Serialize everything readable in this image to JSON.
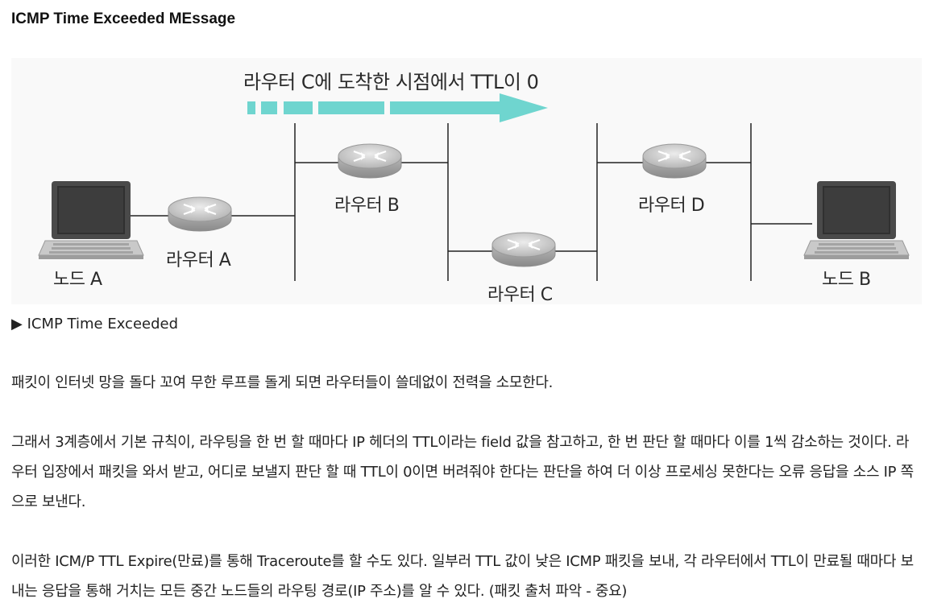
{
  "title": "ICMP Time Exceeded MEssage",
  "figure": {
    "arrow_label": "라우터 C에 도착한 시점에서 TTL이 0",
    "arrow_color": "#6fd5cf",
    "node_a": "노드 A",
    "node_b": "노드 B",
    "router_a": "라우터 A",
    "router_b": "라우터 B",
    "router_c": "라우터 C",
    "router_d": "라우터 D"
  },
  "caption": {
    "marker": "▶",
    "text": "ICMP Time Exceeded"
  },
  "paragraphs": {
    "p1": "패킷이 인터넷 망을 돌다 꼬여 무한 루프를 돌게 되면 라우터들이 쓸데없이 전력을 소모한다.",
    "p2": "그래서 3계층에서 기본 규칙이, 라우팅을 한 번 할 때마다 IP 헤더의 TTL이라는 field 값을 참고하고, 한 번 판단 할 때마다 이를 1씩 감소하는 것이다. 라우터 입장에서 패킷을 와서 받고, 어디로 보낼지 판단 할 때 TTL이 0이면 버려줘야 한다는 판단을 하여 더 이상 프로세싱 못한다는 오류 응답을 소스 IP 쪽으로 보낸다.",
    "p3": "이러한 ICM/P TTL Expire(만료)를 통해 Traceroute를 할 수도 있다. 일부러 TTL 값이 낮은 ICMP 패킷을 보내, 각 라우터에서 TTL이 만료될 때마다 보내는 응답을 통해 거치는 모든 중간 노드들의 라우팅 경로(IP 주소)를 알 수 있다. (패킷 출처 파악 - 중요)"
  }
}
